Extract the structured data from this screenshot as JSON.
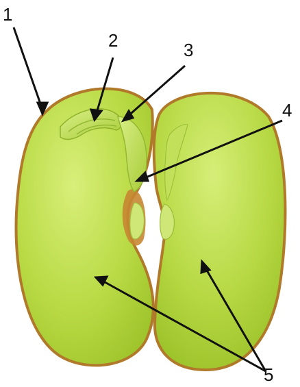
{
  "labels": [
    {
      "id": "1",
      "text": "1"
    },
    {
      "id": "2",
      "text": "2"
    },
    {
      "id": "3",
      "text": "3"
    },
    {
      "id": "4",
      "text": "4"
    },
    {
      "id": "5",
      "text": "5"
    }
  ],
  "colors": {
    "seed_fill": "#b5d83a",
    "seed_fill_light": "#d8ef7a",
    "seed_coat": "#b07a2a",
    "embryo": "#c7e25a",
    "hilum": "#c68632",
    "leader_line": "#111111"
  }
}
